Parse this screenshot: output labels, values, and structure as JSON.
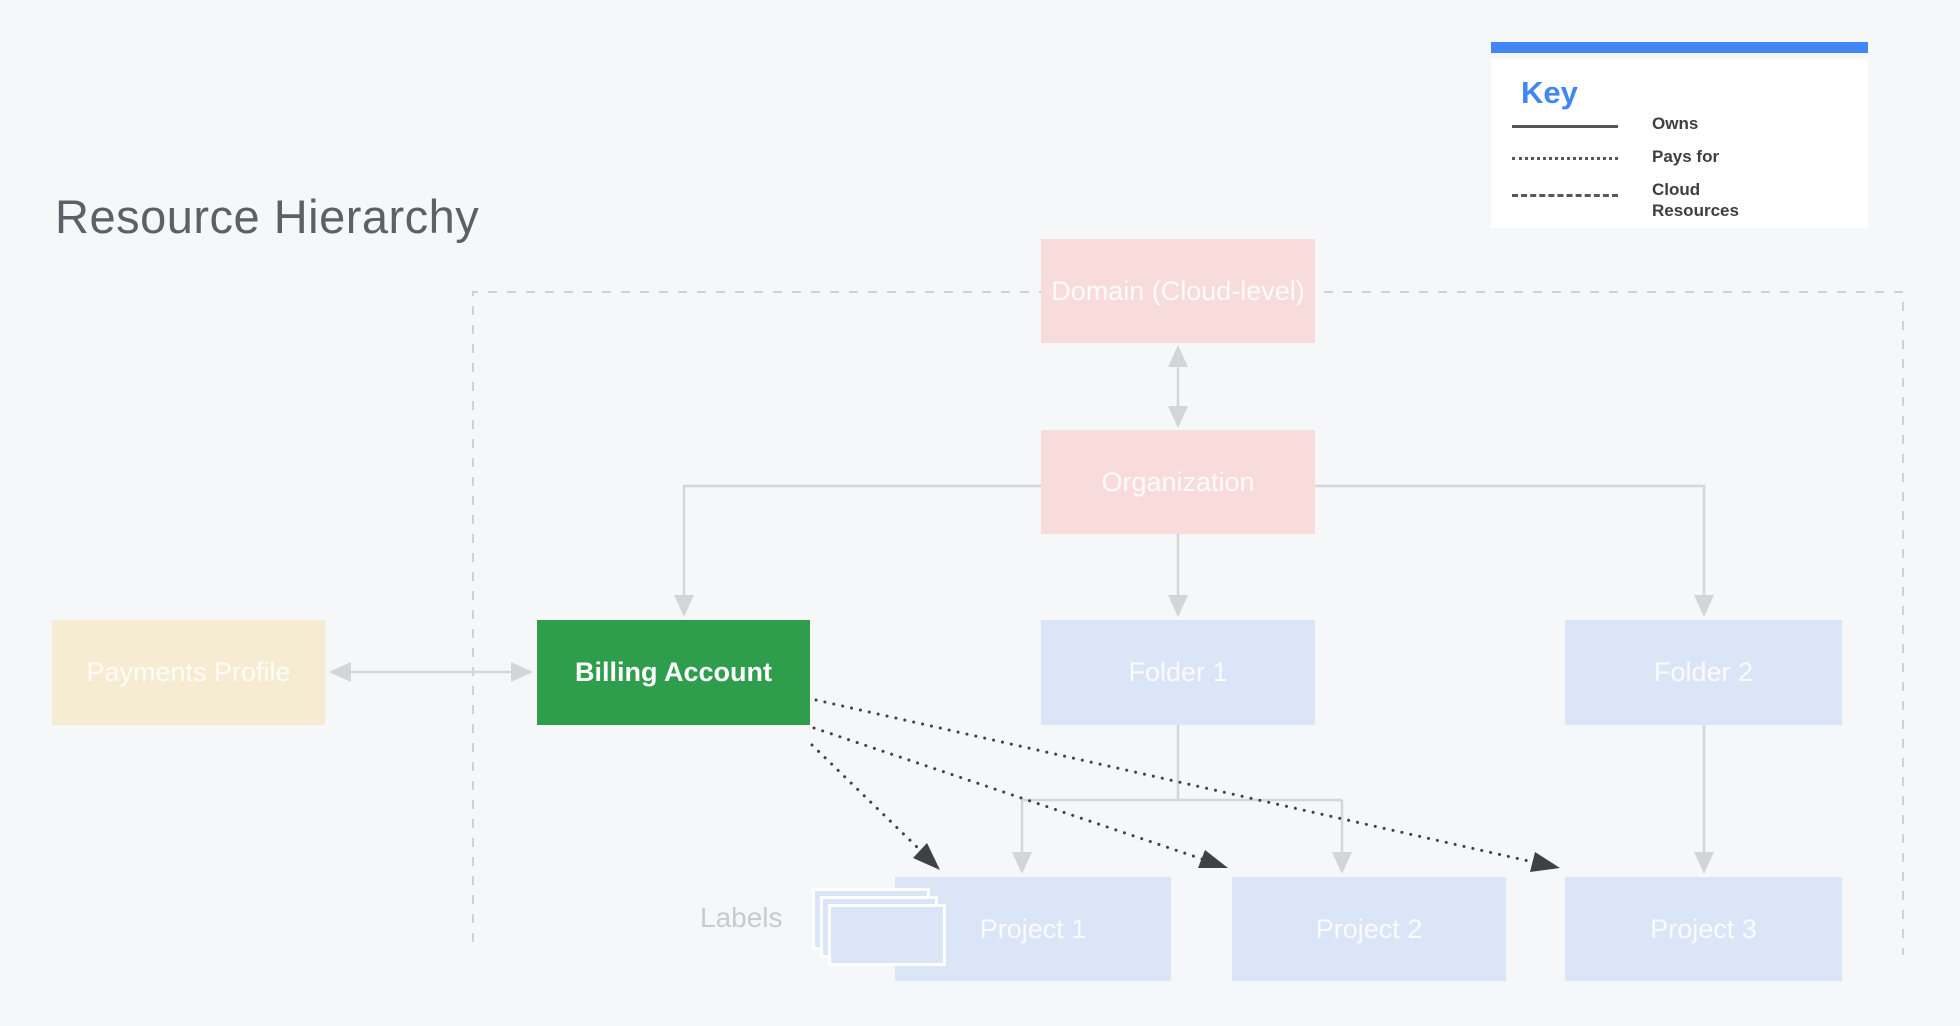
{
  "page": {
    "title": "Resource Hierarchy"
  },
  "legend": {
    "title": "Key",
    "items": [
      {
        "line_style": "solid",
        "label": "Owns"
      },
      {
        "line_style": "dotted",
        "label": "Pays for"
      },
      {
        "line_style": "dashed",
        "label": "Cloud Resources"
      }
    ]
  },
  "nodes": {
    "domain": {
      "label": "Domain (Cloud-level)"
    },
    "organization": {
      "label": "Organization"
    },
    "payments_profile": {
      "label": "Payments Profile"
    },
    "billing_account": {
      "label": "Billing Account"
    },
    "folder1": {
      "label": "Folder 1"
    },
    "folder2": {
      "label": "Folder 2"
    },
    "project1": {
      "label": "Project 1"
    },
    "project2": {
      "label": "Project 2"
    },
    "project3": {
      "label": "Project 3"
    }
  },
  "annotations": {
    "labels_caption": "Labels"
  },
  "colors": {
    "background": "#f5f7f9",
    "legend_accent_bar": "#4285f4",
    "legend_title": "#4285f4",
    "legend_text": "#3c4043",
    "legend_line_samples": "#54585c",
    "title_text": "#5d6166",
    "node_pink": "#f8dcdc",
    "node_cream": "#f6ecd1",
    "node_green": "#2f9e4c",
    "node_blue": "#dbe5f8",
    "node_text": "rgba(255,255,255,0.85)",
    "owns_connector_gray": "#d4d6d9",
    "pays_for_dark": "#3f4245",
    "cloud_boundary_dash": "#cfd2d5",
    "labels_caption_text": "#c7cbcf"
  }
}
